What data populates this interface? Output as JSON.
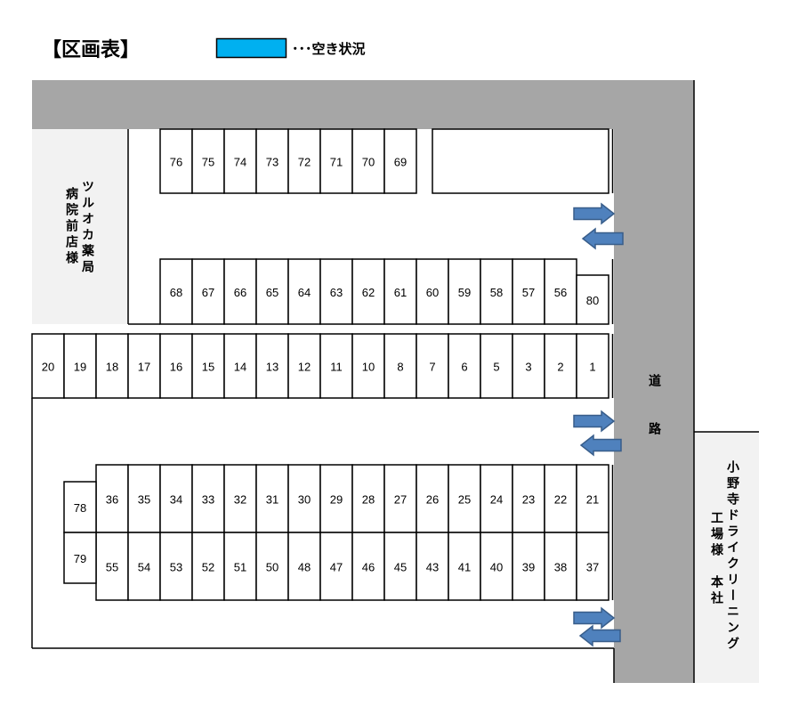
{
  "title": "【区画表】",
  "legend": {
    "label": "･･･空き状況",
    "swatch_color": "#00B0F0"
  },
  "road": {
    "label": "道路",
    "color": "#A6A6A6"
  },
  "neighbors": {
    "pharmacy": {
      "line1": "ツルオカ薬局",
      "line2": "病院前店様"
    },
    "cleaner": {
      "line1": "小野寺ドライクリーニング",
      "line2": "工場様　本社"
    },
    "fill_color": "#F2F2F2"
  },
  "arrows": {
    "color": "#4F81BD",
    "border_color": "#385D8A"
  },
  "lot": {
    "row_top": [
      "76",
      "75",
      "74",
      "73",
      "72",
      "71",
      "70",
      "69"
    ],
    "row_upper": [
      "68",
      "67",
      "66",
      "65",
      "64",
      "63",
      "62",
      "61",
      "60",
      "59",
      "58",
      "57",
      "56"
    ],
    "row_middle": [
      "20",
      "19",
      "18",
      "17",
      "16",
      "15",
      "14",
      "13",
      "12",
      "11",
      "10",
      "8",
      "7",
      "6",
      "5",
      "3",
      "2",
      "1"
    ],
    "row_lower_front": [
      "36",
      "35",
      "34",
      "33",
      "32",
      "31",
      "30",
      "29",
      "28",
      "27",
      "26",
      "25",
      "24",
      "23",
      "22",
      "21"
    ],
    "row_lower_back": [
      "55",
      "54",
      "53",
      "52",
      "51",
      "50",
      "48",
      "47",
      "46",
      "45",
      "43",
      "41",
      "40",
      "39",
      "38",
      "37"
    ],
    "single_spaces": [
      "80",
      "78",
      "79"
    ]
  }
}
